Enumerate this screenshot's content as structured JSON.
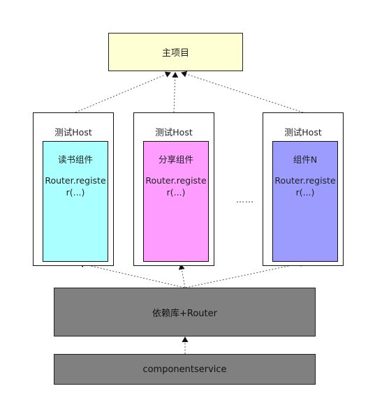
{
  "main_project": {
    "label": "主项目"
  },
  "hosts": [
    {
      "title": "测试Host",
      "component": {
        "name": "读书组件",
        "call": "Router.register(...)",
        "color": "#aaffff"
      }
    },
    {
      "title": "测试Host",
      "component": {
        "name": "分享组件",
        "call": "Router.register(...)",
        "color": "#ff9cff"
      }
    },
    {
      "title": "测试Host",
      "component": {
        "name": "组件N",
        "call": "Router.register(...)",
        "color": "#9c9cff"
      }
    }
  ],
  "ellipsis": "……",
  "dependency_layer": {
    "label": "依赖库+Router"
  },
  "service_layer": {
    "label": "componentservice"
  }
}
